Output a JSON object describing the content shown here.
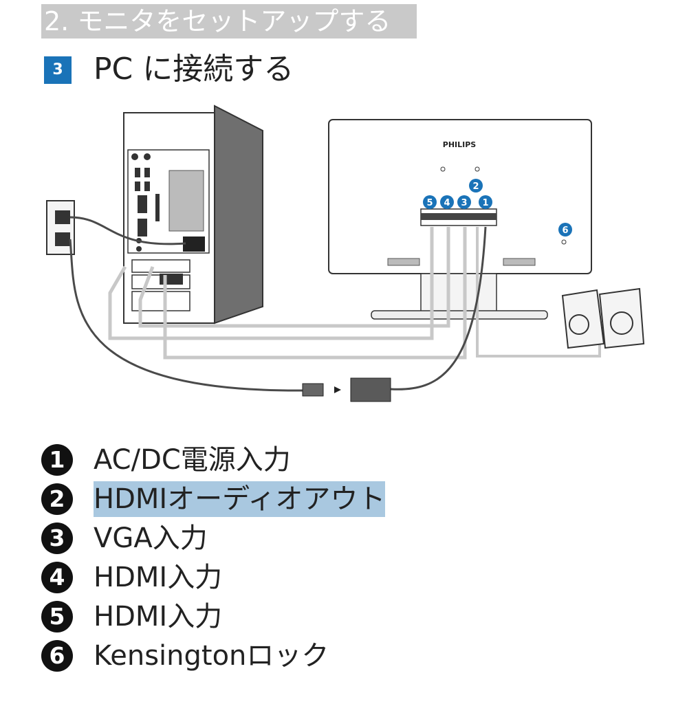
{
  "header": {
    "section_title": "2. モニタをセットアップする",
    "step_number": "3",
    "step_title": "PC に接続する"
  },
  "diagram": {
    "brand": "PHILIPS",
    "port_markers": [
      "5",
      "4",
      "3",
      "1"
    ],
    "top_marker": "2",
    "lock_marker": "6",
    "colors": {
      "accent": "#1a73b8",
      "pc_dark": "#6f6f6f",
      "cable_light": "#c8c8c8",
      "cable_dark": "#4a4a4a"
    }
  },
  "legend": [
    {
      "num": "1",
      "label": "AC/DC電源入力"
    },
    {
      "num": "2",
      "label": "HDMIオーディオアウト",
      "highlighted": true
    },
    {
      "num": "3",
      "label": "VGA入力"
    },
    {
      "num": "4",
      "label": "HDMI入力"
    },
    {
      "num": "5",
      "label": "HDMI入力"
    },
    {
      "num": "6",
      "label": "Kensingtonロック"
    }
  ]
}
